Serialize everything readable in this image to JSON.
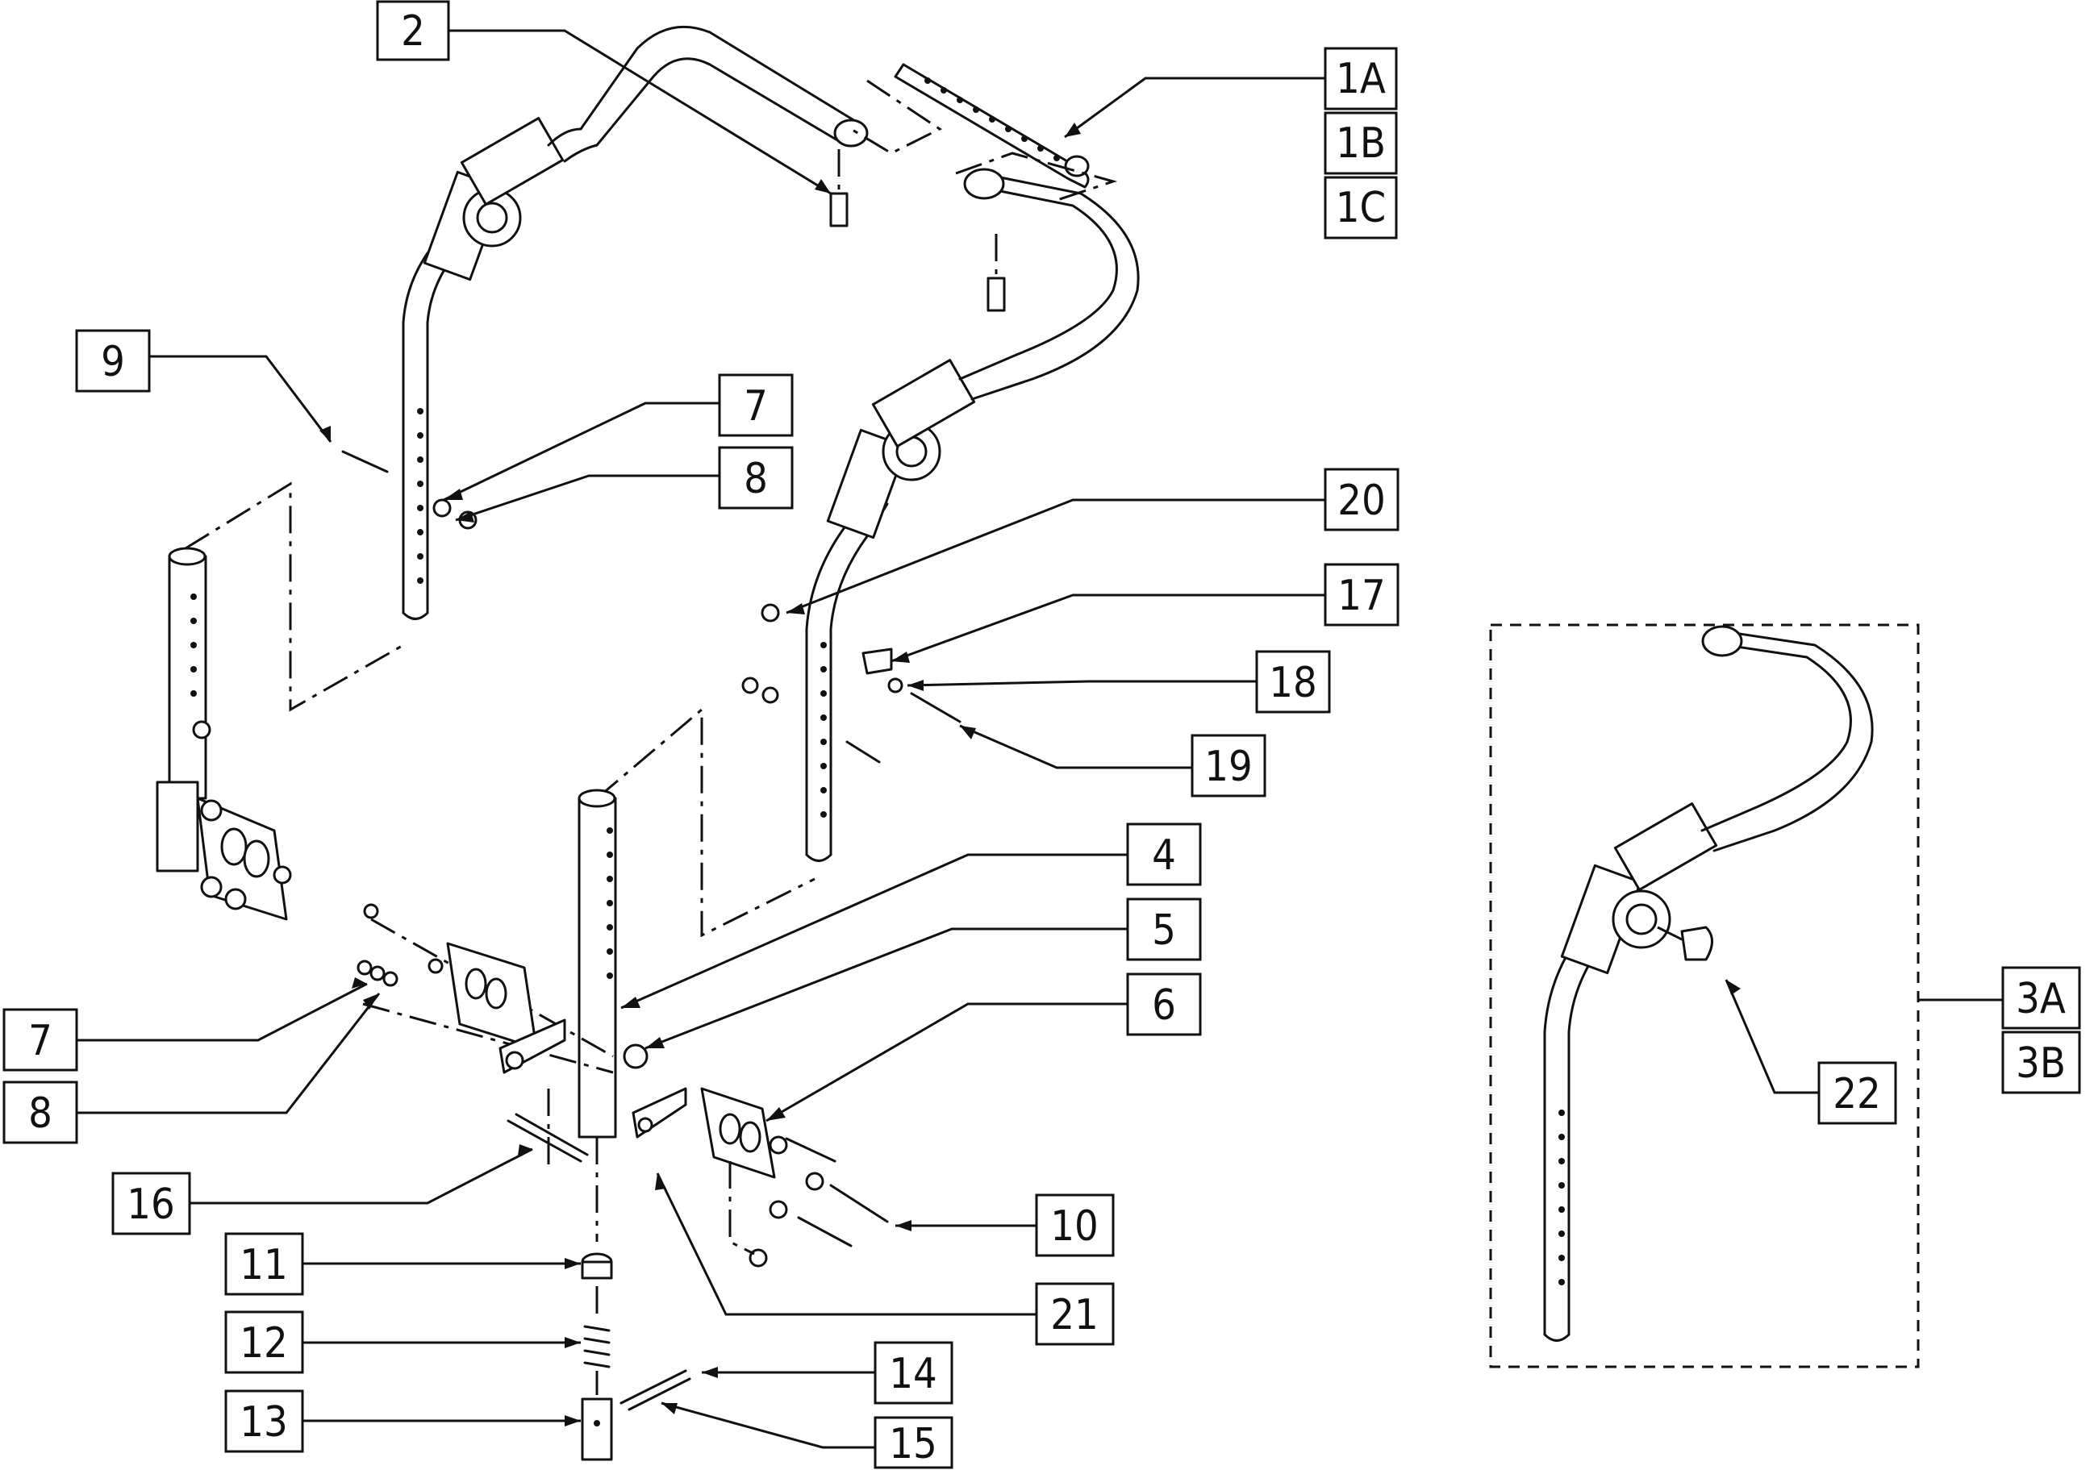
{
  "callouts": [
    {
      "id": "2"
    },
    {
      "id": "1A"
    },
    {
      "id": "1B"
    },
    {
      "id": "1C"
    },
    {
      "id": "9"
    },
    {
      "id": "7"
    },
    {
      "id": "8"
    },
    {
      "id": "20"
    },
    {
      "id": "17"
    },
    {
      "id": "18"
    },
    {
      "id": "19"
    },
    {
      "id": "4"
    },
    {
      "id": "5"
    },
    {
      "id": "6"
    },
    {
      "id": "7"
    },
    {
      "id": "8"
    },
    {
      "id": "16"
    },
    {
      "id": "10"
    },
    {
      "id": "11"
    },
    {
      "id": "21"
    },
    {
      "id": "12"
    },
    {
      "id": "14"
    },
    {
      "id": "13"
    },
    {
      "id": "15"
    },
    {
      "id": "3A"
    },
    {
      "id": "3B"
    },
    {
      "id": "22"
    }
  ]
}
